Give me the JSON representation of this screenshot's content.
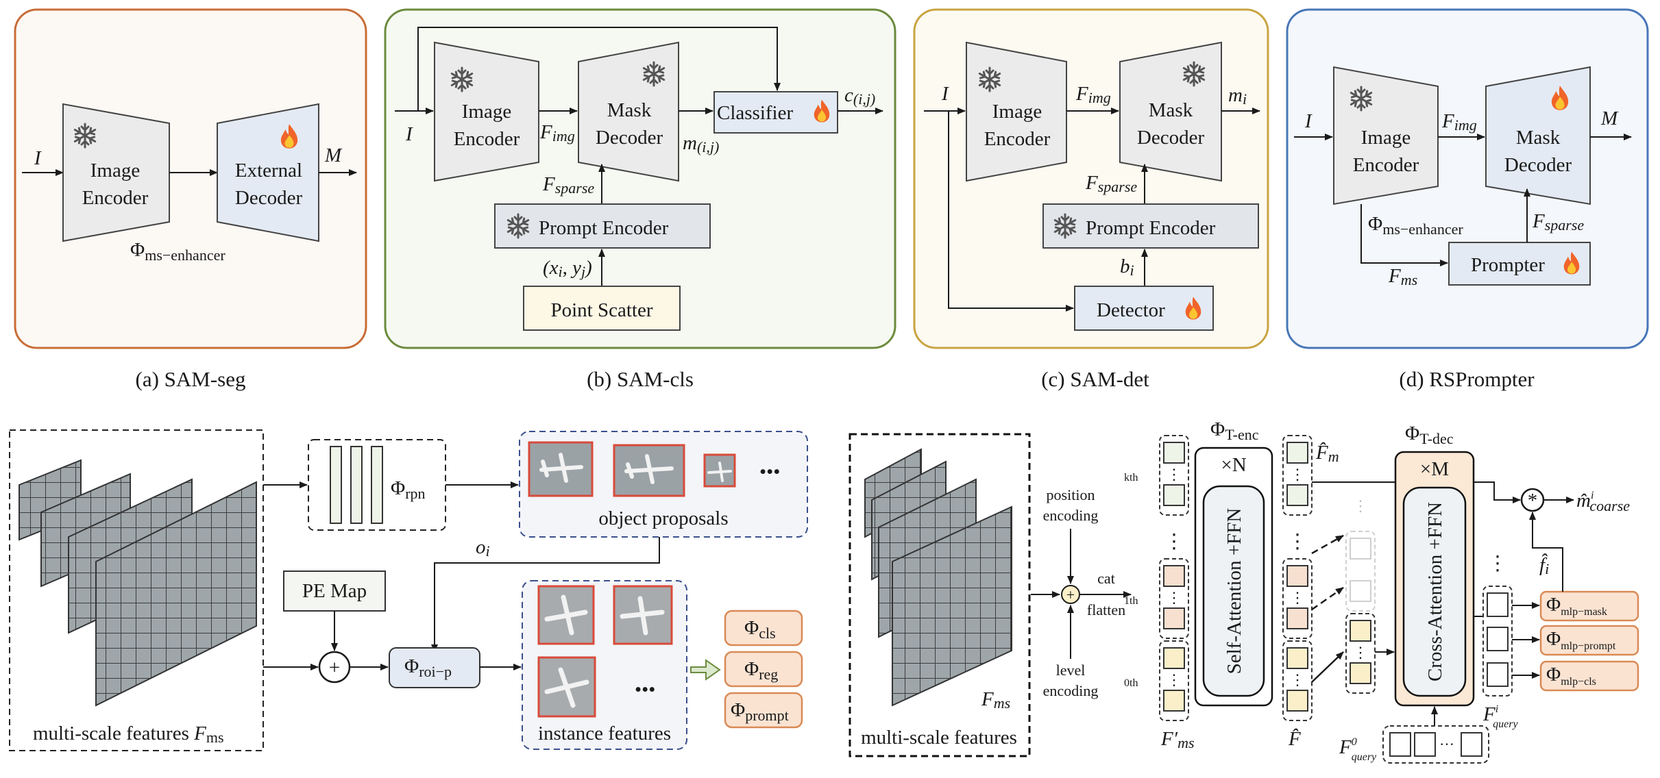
{
  "colors": {
    "seg_border": "#c86d36",
    "cls_border": "#6b8b3e",
    "det_border": "#c9a441",
    "rsp_border": "#4877b8",
    "encoder_fill": "#ebebeb",
    "decoder_fill": "#e3eaf3",
    "prompt_fill": "#e2e5ea",
    "point_fill": "#fdf8e6",
    "head_fill": "#fbe3d2",
    "head_border": "#d98a55",
    "query_fill": "#eef4e8",
    "tdec_fill": "#fbe8d5",
    "feat_fill": "#fbefc9"
  },
  "icons": {
    "frozen": "snowflake-icon",
    "trainable": "fire-icon"
  },
  "top": {
    "seg": {
      "caption": "(a) SAM-seg",
      "input": "I",
      "encoder": [
        "Image",
        "Encoder"
      ],
      "decoder": [
        "External",
        "Decoder"
      ],
      "output": "M",
      "phi": "Φ",
      "phi_sub": "ms−enhancer"
    },
    "cls": {
      "caption": "(b) SAM-cls",
      "input": "I",
      "encoder": [
        "Image",
        "Encoder"
      ],
      "decoder": [
        "Mask",
        "Decoder"
      ],
      "classifier": "Classifier",
      "prompt_encoder": "Prompt Encoder",
      "point_scatter": "Point Scatter",
      "f_img": "F",
      "f_img_sub": "img",
      "f_sparse": "F",
      "f_sparse_sub": "sparse",
      "m_ij": "m",
      "m_ij_sub": "(i,j)",
      "c_ij": "c",
      "c_ij_sub": "(i,j)",
      "xy": "(x",
      "xy_i": "i",
      "xy_mid": ", y",
      "xy_j": "j",
      "xy_end": ")"
    },
    "det": {
      "caption": "(c) SAM-det",
      "input": "I",
      "encoder": [
        "Image",
        "Encoder"
      ],
      "decoder": [
        "Mask",
        "Decoder"
      ],
      "prompt_encoder": "Prompt Encoder",
      "detector": "Detector",
      "f_img": "F",
      "f_img_sub": "img",
      "f_sparse": "F",
      "f_sparse_sub": "sparse",
      "m_i": "m",
      "m_i_sub": "i",
      "b_i": "b",
      "b_i_sub": "i"
    },
    "rsp": {
      "caption": "(d) RSPrompter",
      "input": "I",
      "encoder": [
        "Image",
        "Encoder"
      ],
      "decoder": [
        "Mask",
        "Decoder"
      ],
      "prompter": "Prompter",
      "output": "M",
      "f_img": "F",
      "f_img_sub": "img",
      "f_sparse": "F",
      "f_sparse_sub": "sparse",
      "f_ms": "F",
      "f_ms_sub": "ms",
      "phi": "Φ",
      "phi_sub": "ms−enhancer"
    }
  },
  "bottom_left": {
    "features_label": "multi-scale features ",
    "features_F": "F",
    "features_sub": "ms",
    "rpn": "Φ",
    "rpn_sub": "rpn",
    "proposals_label": "object proposals",
    "ellipsis": "•••",
    "o_i": "o",
    "o_i_sub": "i",
    "pe_map": "PE Map",
    "roi": "Φ",
    "roi_sub": "roi−p",
    "instance_label": "instance features",
    "heads": [
      {
        "phi": "Φ",
        "sub": "cls"
      },
      {
        "phi": "Φ",
        "sub": "reg"
      },
      {
        "phi": "Φ",
        "sub": "prompt"
      }
    ]
  },
  "bottom_right": {
    "features_label": "multi-scale features",
    "f_ms": "F",
    "f_ms_sub": "ms",
    "position_encoding": [
      "position",
      "encoding"
    ],
    "level_encoding": [
      "level",
      "encoding"
    ],
    "cat_flatten": [
      "cat",
      "flatten"
    ],
    "levels": [
      "kth",
      "1th",
      "0th"
    ],
    "ellipsis_v": "⋮",
    "f_ms_prime": "F′",
    "f_ms_prime_sub": "ms",
    "t_enc": "Φ",
    "t_enc_sub": "T-enc",
    "times_n": "×N",
    "self_attention": "Self-Attention +FFN",
    "f_hat": "F̂",
    "f_hat_m": "F̂",
    "f_hat_m_sub": "m",
    "t_dec": "Φ",
    "t_dec_sub": "T-dec",
    "times_m": "×M",
    "cross_attention": "Cross-Attention +FFN",
    "star": "*",
    "m_coarse": "m̂",
    "m_coarse_sup": "i",
    "m_coarse_sub": "coarse",
    "f_i": "f̂",
    "f_i_sub": "i",
    "f_query": "F",
    "f_query_sup": "i",
    "f_query_sub": "query",
    "f_query0": "F",
    "f_query0_sup": "0",
    "f_query0_sub": "query",
    "mlps": [
      {
        "phi": "Φ",
        "sub": "mlp−mask"
      },
      {
        "phi": "Φ",
        "sub": "mlp−prompt"
      },
      {
        "phi": "Φ",
        "sub": "mlp−cls"
      }
    ]
  }
}
